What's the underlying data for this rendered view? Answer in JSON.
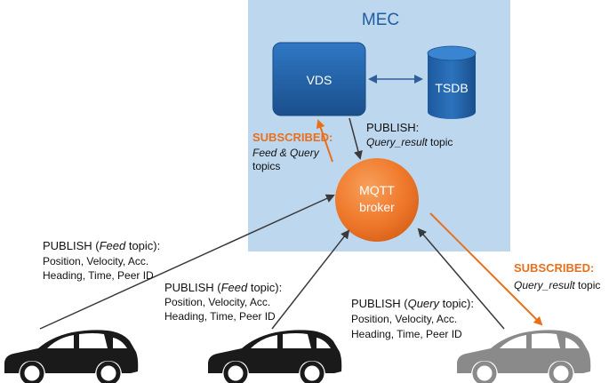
{
  "mec": {
    "label": "MEC",
    "color": "#bdd7ee",
    "label_color": "#1f5e9c"
  },
  "vds": {
    "label": "VDS"
  },
  "tsdb": {
    "label": "TSDB"
  },
  "broker": {
    "line1": "MQTT",
    "line2": "broker",
    "color": "#f07a2c"
  },
  "subscribed_mec": {
    "title": "SUBSCRIBED:",
    "line1_italic": "Feed & Query",
    "line2": "topics",
    "color": "#e8701c"
  },
  "publish_query_result": {
    "title": "PUBLISH:",
    "topic_italic": "Query_result",
    "topic_suffix": " topic"
  },
  "car_left": {
    "publish_prefix": "PUBLISH (",
    "topic_italic": "Feed",
    "publish_suffix": " topic):",
    "line2": "Position, Velocity, Acc.",
    "line3": "Heading, Time, Peer ID"
  },
  "car_middle": {
    "publish_prefix": "PUBLISH (",
    "topic_italic": "Feed",
    "publish_suffix": " topic):",
    "line2": "Position, Velocity, Acc.",
    "line3": "Heading, Time, Peer ID"
  },
  "car_right": {
    "publish_prefix": "PUBLISH (",
    "topic_italic": "Query",
    "publish_suffix": " topic):",
    "line2": "Position, Velocity, Acc.",
    "line3": "Heading, Time, Peer ID"
  },
  "subscribed_car": {
    "title": "SUBSCRIBED:",
    "topic_italic": "Query_result",
    "topic_suffix": " topic",
    "color": "#e8701c"
  },
  "colors": {
    "box_dark": "#1d5a9e",
    "box_light": "#2f78c4",
    "car_black": "#1a1a1a",
    "car_gray": "#8a8a8a",
    "arrow_dark": "#3a3a3a",
    "arrow_blue": "#2e5f9a",
    "arrow_orange": "#e8701c"
  }
}
